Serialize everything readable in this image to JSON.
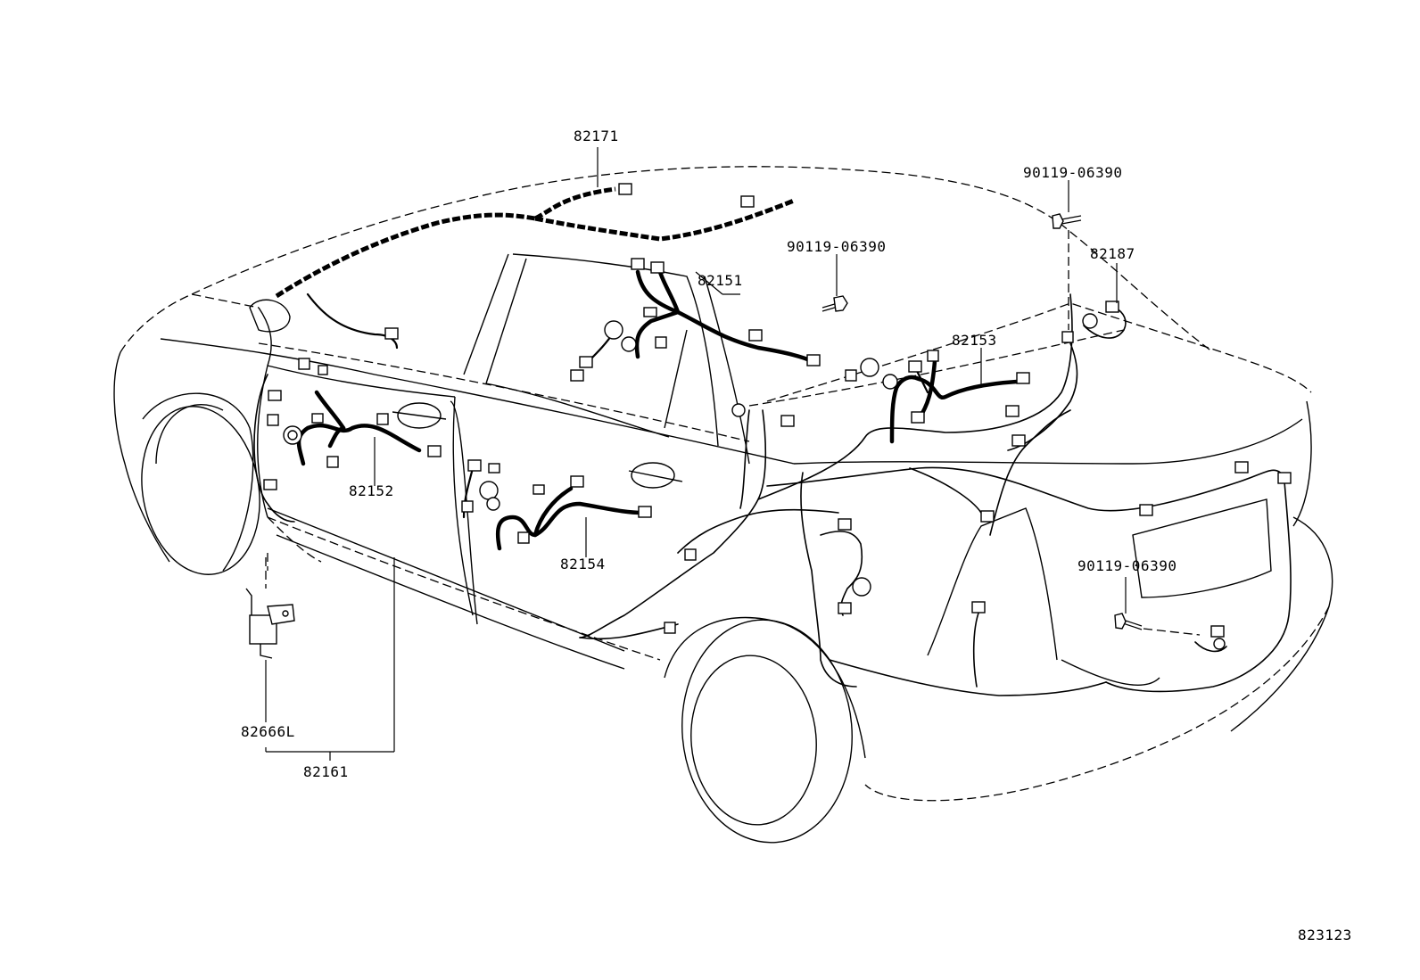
{
  "diagram": {
    "parts": {
      "p82171": "82171",
      "p82151": "82151",
      "p82152": "82152",
      "p82153": "82153",
      "p82154": "82154",
      "p82161": "82161",
      "p82666L": "82666L",
      "p82187": "82187",
      "bolt_roof": "90119-06390",
      "bolt_rear_top": "90119-06390",
      "bolt_rear_bottom": "90119-06390"
    },
    "figure_number": "823123"
  }
}
